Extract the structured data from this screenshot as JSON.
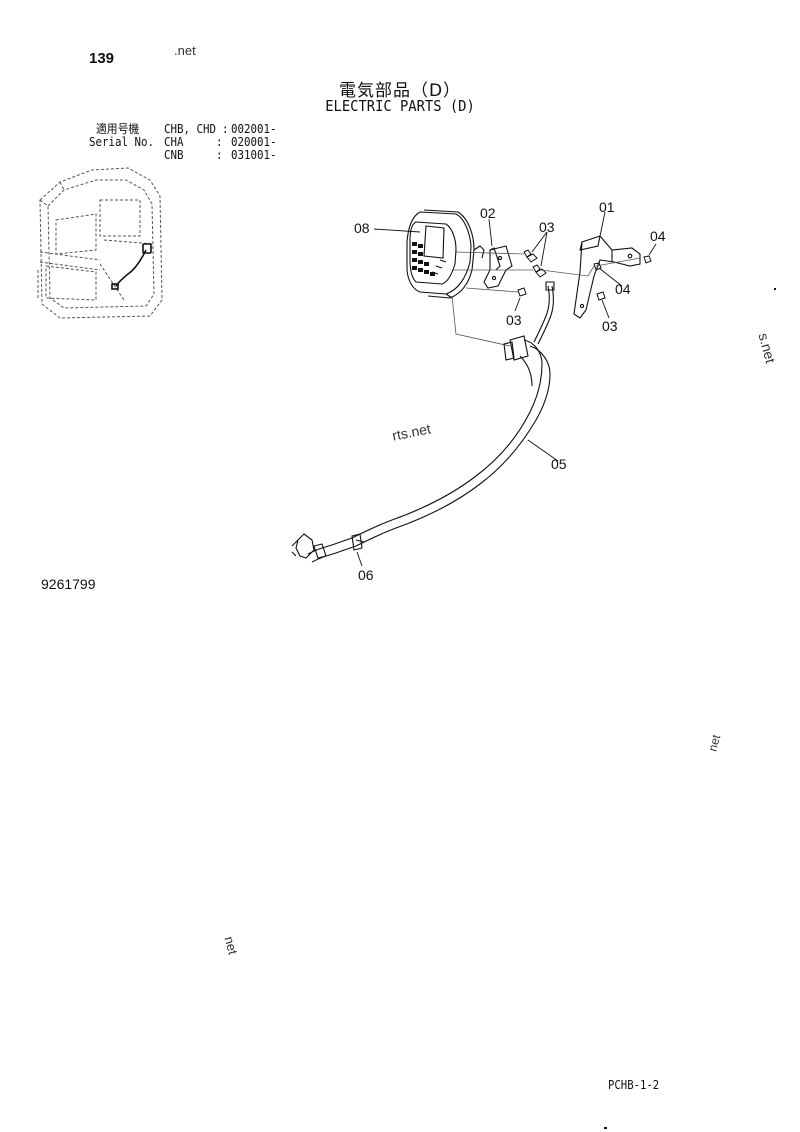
{
  "header": {
    "page_number": "139",
    "title_jp": "電気部品（D）",
    "title_en": "ELECTRIC PARTS (D)"
  },
  "serial_table": {
    "label_jp": "適用号機",
    "label_en": "Serial No.",
    "rows": [
      {
        "model": "CHB, CHD",
        "separator": ":",
        "from": "002001-"
      },
      {
        "model": "CHA",
        "separator": ":",
        "from": "020001-"
      },
      {
        "model": "CNB",
        "separator": ":",
        "from": "031001-"
      }
    ]
  },
  "callouts": [
    "08",
    "02",
    "03",
    "03",
    "01",
    "04",
    "04",
    "03",
    "03",
    "05",
    "06"
  ],
  "watermarks": [
    ".net",
    "rts.net",
    "s.net",
    "net",
    "net"
  ],
  "footer": {
    "drawing_number": "9261799",
    "sheet_code": "PCHB-1-2"
  }
}
